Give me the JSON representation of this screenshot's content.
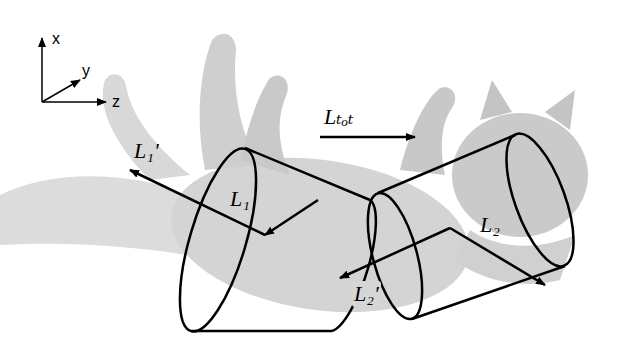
{
  "diagram": {
    "labels": [
      "x",
      "y",
      "z",
      "L₁′",
      "L₁",
      "Lₜₒₜ",
      "L₂′",
      "L₂"
    ]
  }
}
